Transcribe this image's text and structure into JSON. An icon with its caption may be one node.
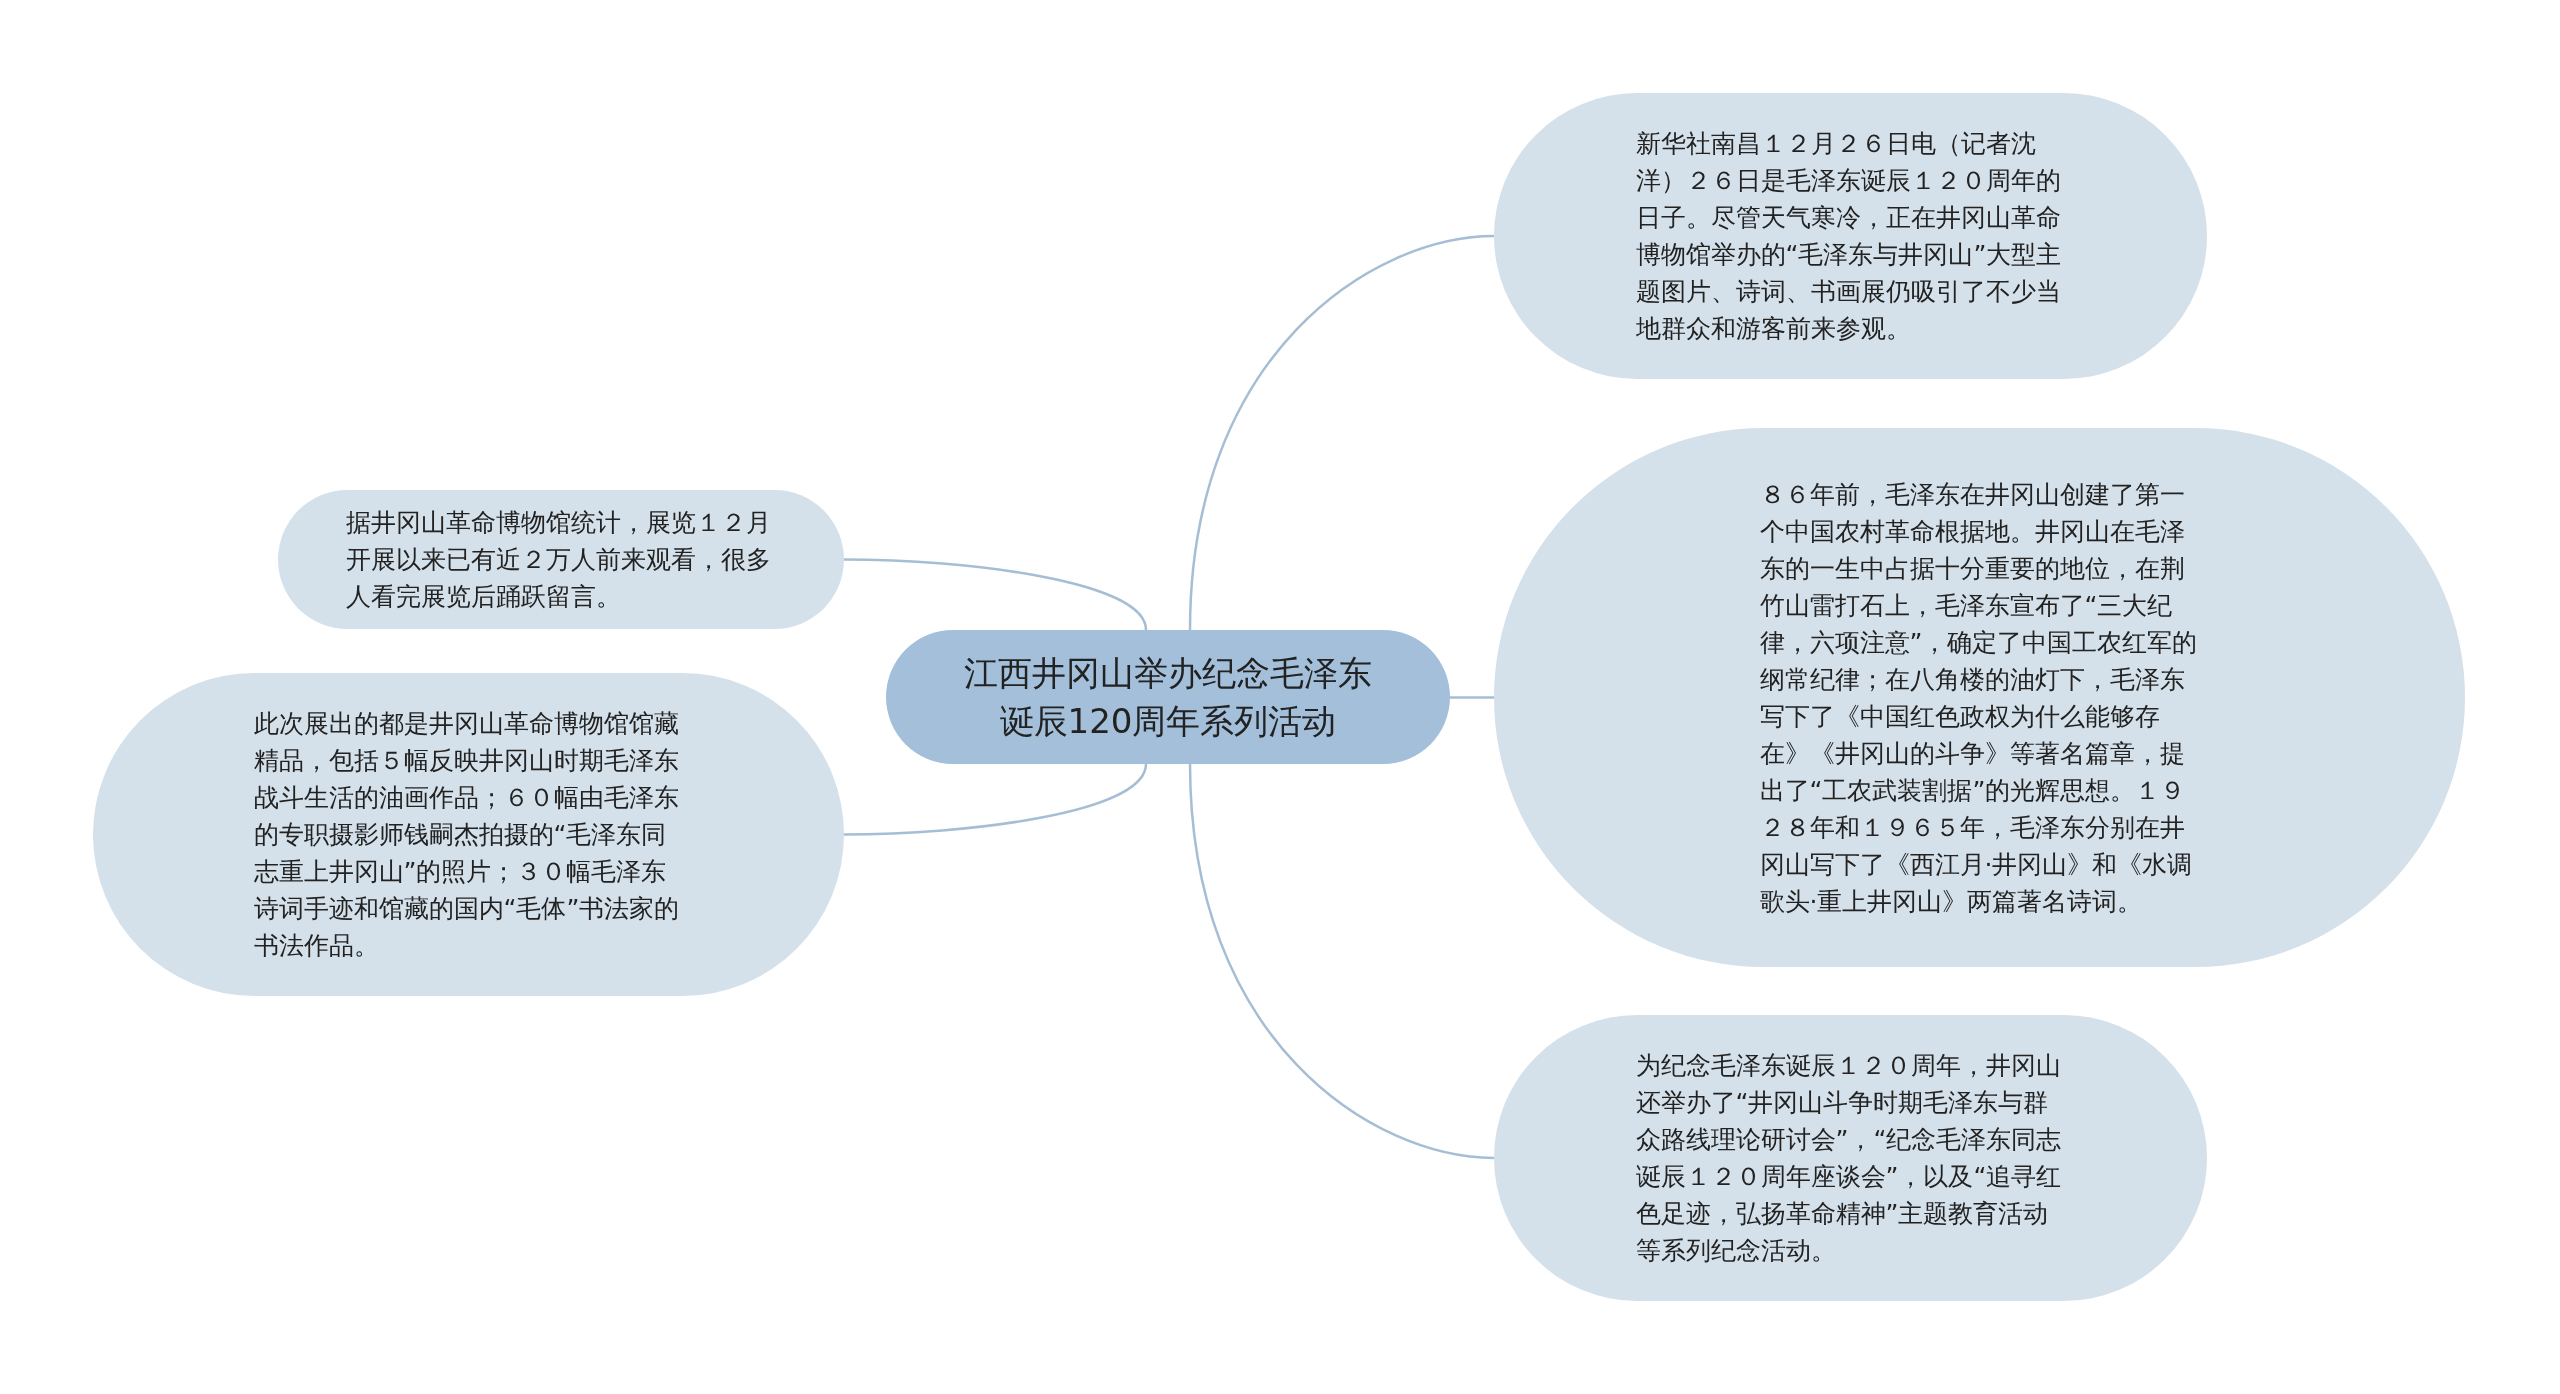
{
  "diagram": {
    "nodes": [
      {
        "text": [
          "江西井冈山举办纪念毛泽东诞辰120周年系列活动"
        ]
      },
      {
        "text": [
          "新华社南昌１２月２６日电（记者沈洋）２６日是毛泽东诞辰１２０周年的日子。尽管天气寒冷，正在井冈山革命博物馆举办的“毛泽东与井冈山”大型主题图片、诗词、书画展仍吸引了不少当地群众和游客前来参观。"
        ]
      },
      {
        "text": [
          "８６年前，毛泽东在井冈山创建了第一个中国农村革命根据地。井冈山在毛泽东的一生中占据十分重要的地位，在荆竹山雷打石上，毛泽东宣布了“三大纪律，六项注意”，确定了中国工农红军的纲常纪律；在八角楼的油灯下，毛泽东写下了《中国红色政权为什么能够存在》《井冈山的斗争》等著名篇章，提出了“工农武装割据”的光辉思想。１９２８年和１９６５年，毛泽东分别在井冈山写下了《西江月·井冈山》和《水调歌头·重上井冈山》两篇著名诗词。"
        ]
      },
      {
        "text": [
          "为纪念毛泽东诞辰１２０周年，井冈山还举办了“井冈山斗争时期毛泽东与群众路线理论研讨会”，“纪念毛泽东同志诞辰１２０周年座谈会”，以及“追寻红色足迹，弘扬革命精神”主题教育活动等系列纪念活动。"
        ]
      },
      {
        "text": [
          "据井冈山革命博物馆统计，展览１２月开展以来已有近２万人前来观看，很多人看完展览后踊跃留言。"
        ]
      },
      {
        "text": [
          "此次展出的都是井冈山革命博物馆馆藏精品，包括５幅反映井冈山时期毛泽东战斗生活的油画作品；６０幅由毛泽东的专职摄影师钱嗣杰拍摄的“毛泽东同志重上井冈山”的照片；３０幅毛泽东诗词手迹和馆藏的国内“毛体”书法家的书法作品。"
        ]
      }
    ],
    "edges": [
      {
        "from": 0,
        "to": 1,
        "arrow": "none"
      },
      {
        "from": 0,
        "to": 2,
        "arrow": "none"
      },
      {
        "from": 0,
        "to": 3,
        "arrow": "none"
      },
      {
        "from": 0,
        "to": 4,
        "arrow": "none"
      },
      {
        "from": 0,
        "to": 5,
        "arrow": "none"
      }
    ]
  }
}
